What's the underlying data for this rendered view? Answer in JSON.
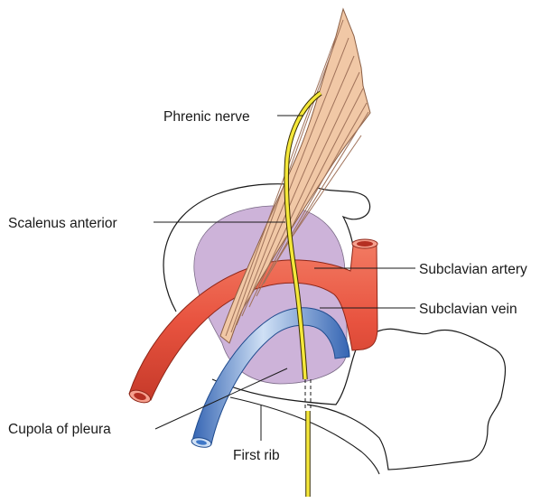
{
  "labels": {
    "phrenic_nerve": "Phrenic nerve",
    "scalenus_anterior": "Scalenus anterior",
    "subclavian_artery": "Subclavian artery",
    "subclavian_vein": "Subclavian vein",
    "cupola_of_pleura": "Cupola of pleura",
    "first_rib": "First rib"
  },
  "colors": {
    "pleura": "#cdb3d9",
    "muscle": "#f1c8a6",
    "muscle_stripe": "#b98a6a",
    "artery": "#e8533f",
    "artery_dark": "#b52f22",
    "vein": "#3f78c8",
    "vein_light": "#cfe0f5",
    "nerve": "#f5e83a",
    "outline": "#1a1a1a"
  }
}
